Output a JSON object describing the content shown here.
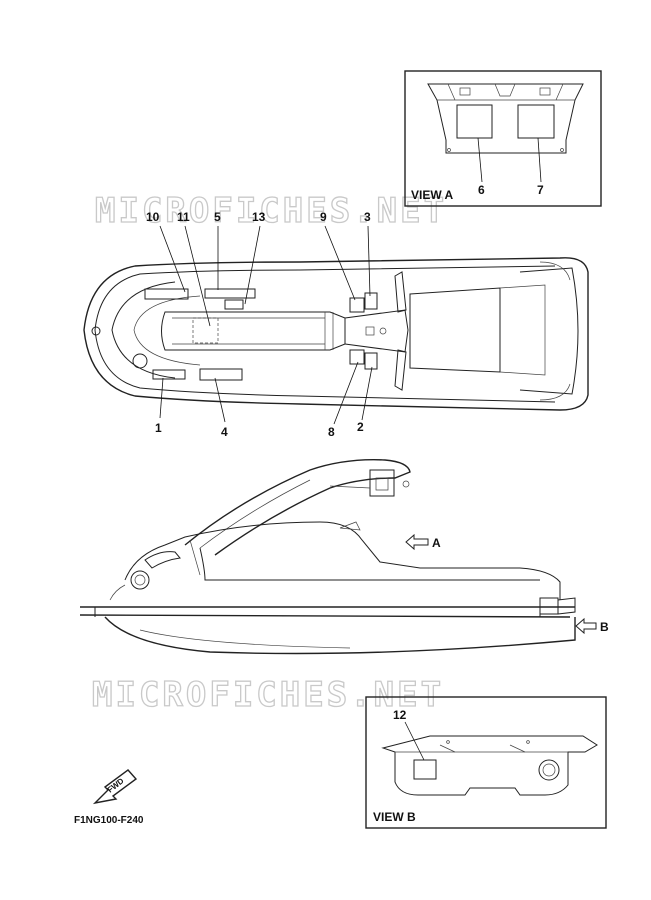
{
  "callouts": {
    "c1": "1",
    "c2": "2",
    "c3": "3",
    "c4": "4",
    "c5": "5",
    "c6": "6",
    "c7": "7",
    "c8": "8",
    "c9": "9",
    "c10": "10",
    "c11": "11",
    "c12": "12",
    "c13": "13"
  },
  "views": {
    "view_a_title": "VIEW A",
    "view_b_title": "VIEW B",
    "arrow_a": "A",
    "arrow_b": "B"
  },
  "watermark": {
    "text_top": "MICROFICHES.NET",
    "text_bottom": "MICROFICHES.NET"
  },
  "fwd_label": "FWD",
  "figure_code": "F1NG100-F240"
}
